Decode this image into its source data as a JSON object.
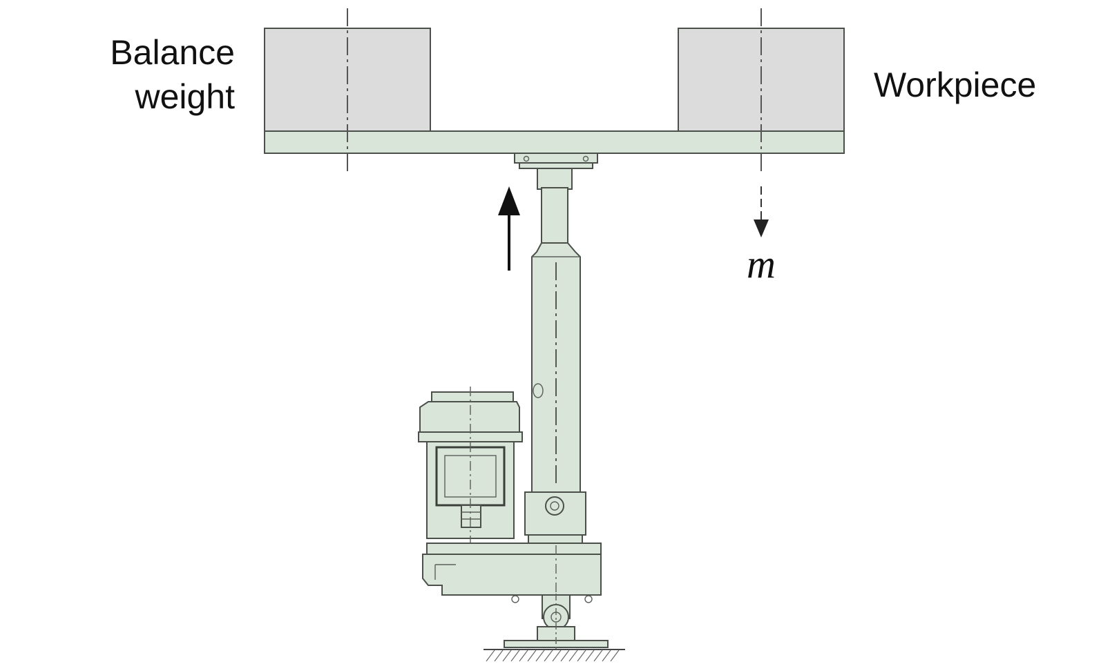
{
  "labels": {
    "balance_weight_line1": "Balance",
    "balance_weight_line2": "weight",
    "workpiece": "Workpiece",
    "mass_symbol": "m"
  },
  "colors": {
    "block_fill": "#dcdcdc",
    "actuator_fill": "#d8e5d8",
    "line": "#4a4f4a",
    "text": "#111111"
  }
}
